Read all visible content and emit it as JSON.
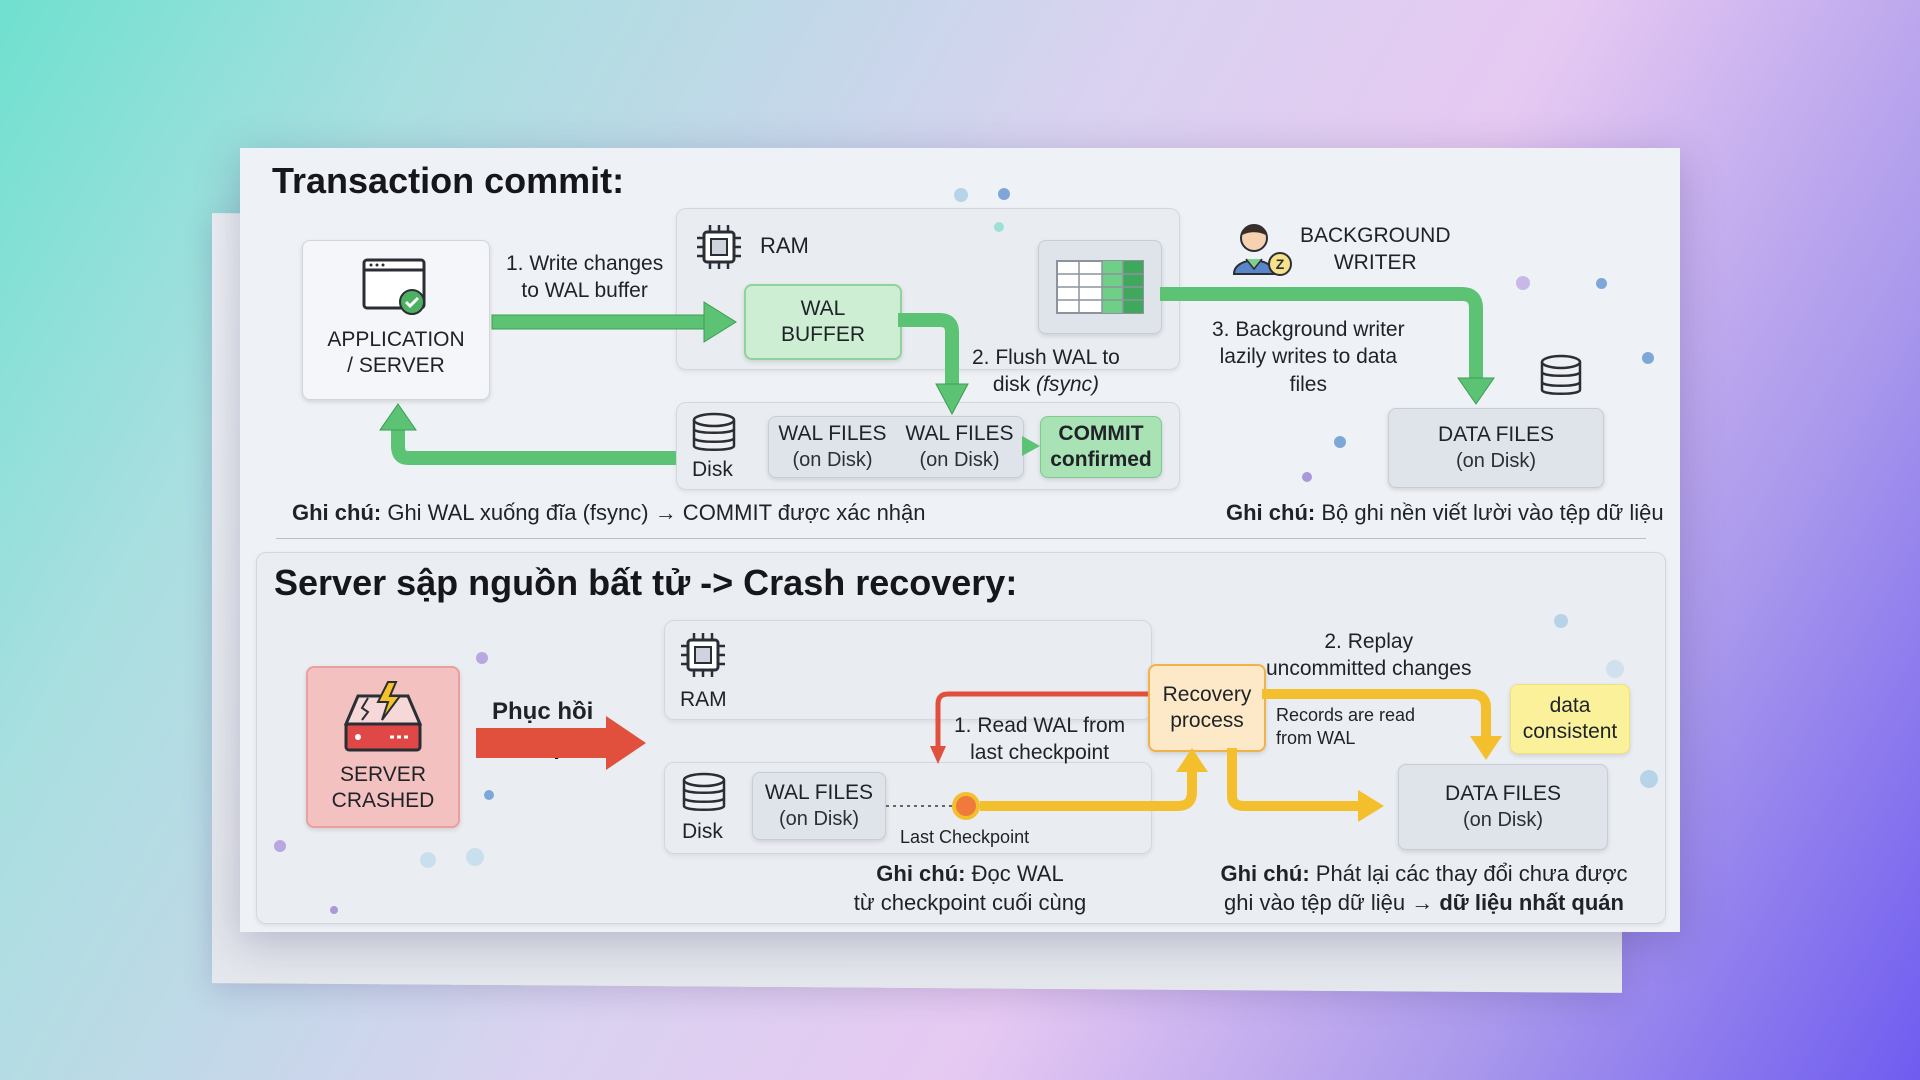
{
  "section1": {
    "title": "Transaction commit:",
    "app_label": "APPLICATION\n/ SERVER",
    "step1": "1. Write changes\nto WAL buffer",
    "ram_label": "RAM",
    "wal_buffer": "WAL\nBUFFER",
    "step2": "2. Flush WAL to\ndisk",
    "step2_italic": "(fsync)",
    "disk_label": "Disk",
    "wal_files_1": {
      "title": "WAL FILES",
      "sub": "(on Disk)"
    },
    "wal_files_2": {
      "title": "WAL FILES",
      "sub": "(on Disk)"
    },
    "commit": "COMMIT\nconfirmed",
    "bg_writer": "BACKGROUND\nWRITER",
    "step3": "3. Background writer\nlazily writes to data\nfiles",
    "data_files": {
      "title": "DATA FILES",
      "sub": "(on Disk)"
    },
    "note_left": {
      "label": "Ghi chú:",
      "text": " Ghi WAL xuống đĩa (fsync) → COMMIT được xác nhận"
    },
    "note_right": {
      "label": "Ghi chú:",
      "text": " Bộ ghi nền viết lười vào tệp dữ liệu"
    }
  },
  "section2": {
    "title": "Server sập nguồn bất tử -> Crash recovery:",
    "server_crashed": "SERVER\nCRASHED",
    "recover_arrow_1": "Phục hồi",
    "recover_arrow_2": "sau sự cố:",
    "ram_label": "RAM",
    "disk_label": "Disk",
    "wal_files": {
      "title": "WAL FILES",
      "sub": "(on Disk)"
    },
    "last_checkpoint": "Last Checkpoint",
    "read_wal": "1. Read WAL from\nlast checkpoint",
    "recovery_process": "Recovery\nprocess",
    "replay": "2. Replay\nuncommitted changes",
    "records_read": "Records are read\nfrom WAL",
    "data_consistent": "data\nconsistent",
    "data_files": {
      "title": "DATA FILES",
      "sub": "(on Disk)"
    },
    "note_left": {
      "label": "Ghi chú:",
      "text": " Đọc WAL",
      "line2": "từ checkpoint cuối cùng"
    },
    "note_right": {
      "label": "Ghi chú:",
      "text": " Phát lại các thay đổi chưa được",
      "line2": "ghi vào tệp dữ liệu → ",
      "line2_bold": "dữ liệu nhất quán"
    }
  },
  "colors": {
    "green": "#5cc274",
    "red": "#e0503d",
    "yellow": "#f3bf2d",
    "accent_purple": "#6f5cf0"
  }
}
